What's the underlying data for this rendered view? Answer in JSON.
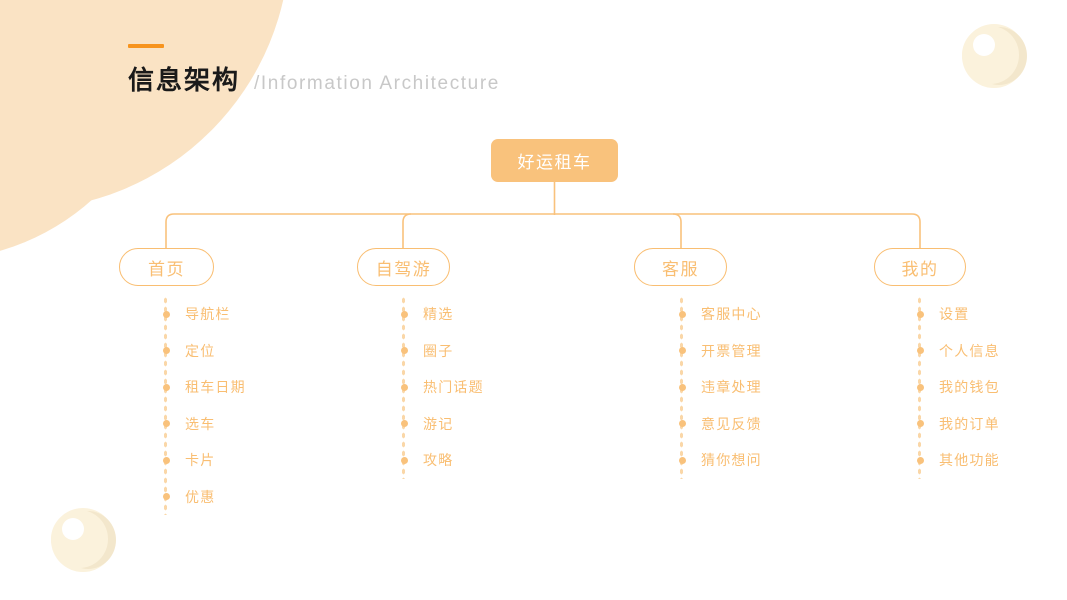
{
  "header": {
    "title_cn": "信息架构",
    "title_en": "/Information Architecture",
    "accent_color": "#F7941E"
  },
  "theme": {
    "root_fill": "#F9C27C",
    "node_border": "#F9BE72",
    "node_text": "#F9BE72",
    "line_color": "#F9C27C",
    "dot_color": "#FAD7A8",
    "blob_color": "#FAE3C4",
    "sphere_color": "#FBF2DC"
  },
  "chart_data": {
    "type": "diagram",
    "title": "信息架构",
    "root": "好运租车",
    "branches": [
      {
        "label": "首页",
        "children": [
          "导航栏",
          "定位",
          "租车日期",
          "选车",
          "卡片",
          "优惠"
        ]
      },
      {
        "label": "自驾游",
        "children": [
          "精选",
          "圈子",
          "热门话题",
          "游记",
          "攻略"
        ]
      },
      {
        "label": "客服",
        "children": [
          "客服中心",
          "开票管理",
          "违章处理",
          "意见反馈",
          "猜你想问"
        ]
      },
      {
        "label": "我的",
        "children": [
          "设置",
          "个人信息",
          "我的钱包",
          "我的订单",
          "其他功能"
        ]
      }
    ]
  },
  "decor": {
    "blob_name": "corner-blob",
    "sphere_top_name": "decorative-sphere-top-right",
    "sphere_bottom_name": "decorative-sphere-bottom-left"
  }
}
